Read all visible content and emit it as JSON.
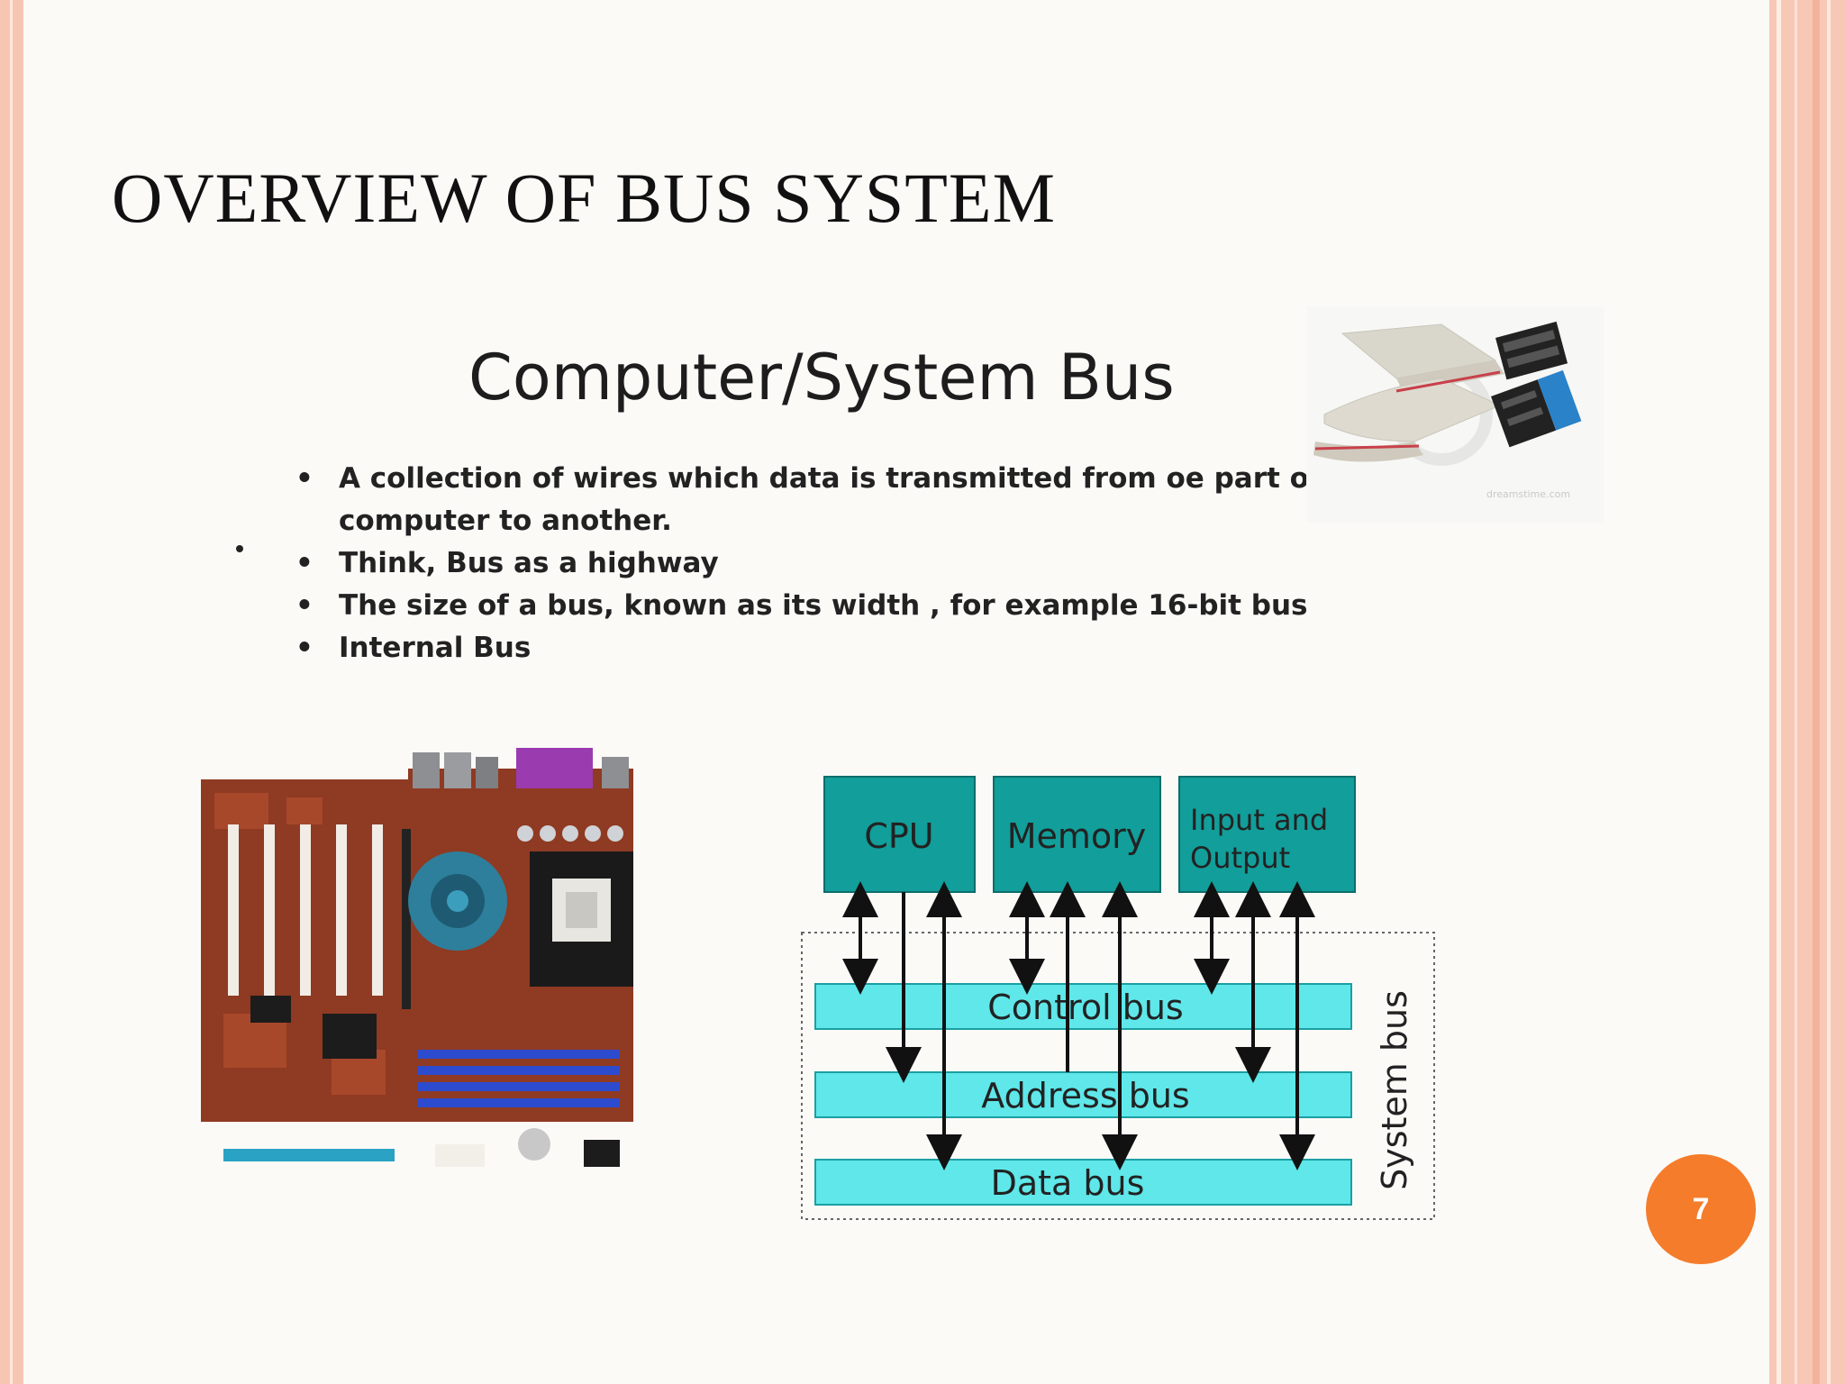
{
  "slide": {
    "title": "OVERVIEW OF BUS SYSTEM",
    "page_number": "7"
  },
  "content": {
    "heading": "Computer/System Bus",
    "bullets": [
      "A collection of wires which data is transmitted from oe part of a computer to another.",
      "Think, Bus as a highway",
      "The size of a bus, known as its width , for example 16-bit bus",
      "Internal Bus"
    ],
    "cable_watermark": "dreamstime.com"
  },
  "diagram": {
    "components": [
      "CPU",
      "Memory",
      "Input and",
      "Output"
    ],
    "buses": [
      "Control bus",
      "Address bus",
      "Data bus"
    ],
    "group_label": "System bus"
  },
  "colors": {
    "accent_stripe": "#f6c6b3",
    "page_badge": "#f57c2b",
    "component_box": "#129e9a",
    "bus_bar": "#5fe7ea"
  }
}
